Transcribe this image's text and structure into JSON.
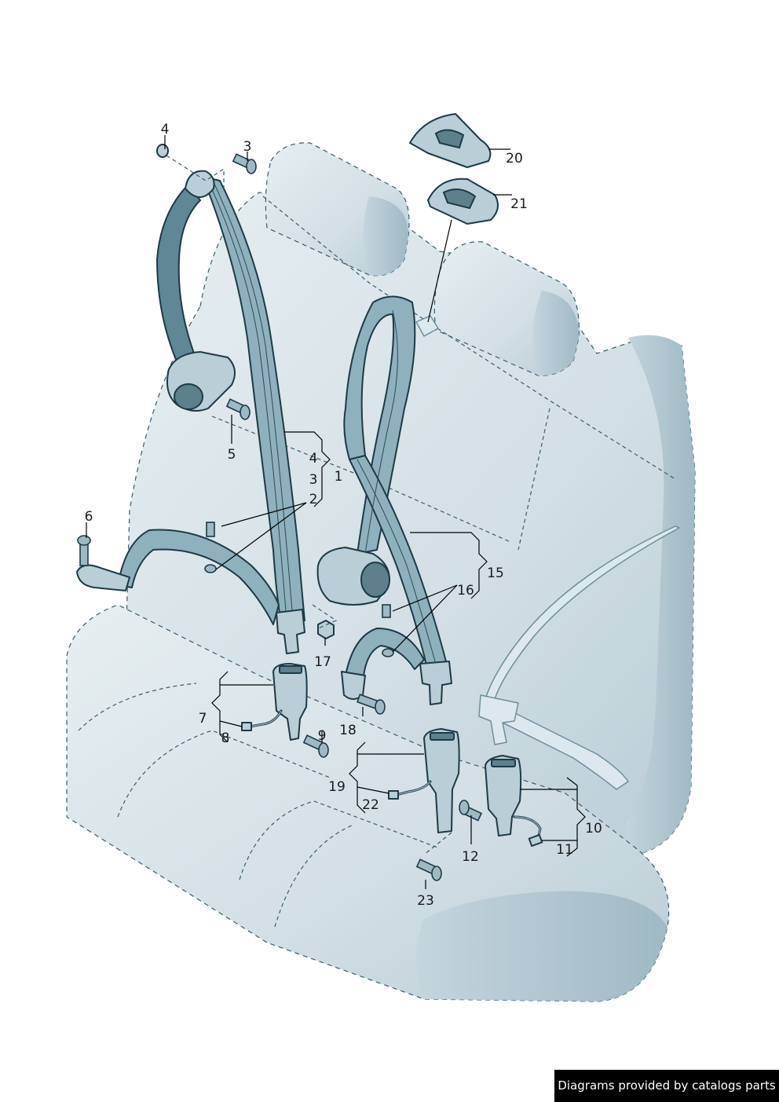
{
  "callouts": [
    "1",
    "2",
    "3",
    "4",
    "5",
    "6",
    "7",
    "8",
    "9",
    "10",
    "11",
    "12",
    "15",
    "16",
    "17",
    "18",
    "19",
    "20",
    "21",
    "22",
    "23"
  ],
  "watermark": "Diagrams provided by catalogs parts",
  "colors": {
    "seat_fill": "#d3e1e7",
    "belt_fill": "#8fb0bd",
    "outline": "#1d3a47",
    "watermark_bg": "#000000"
  }
}
